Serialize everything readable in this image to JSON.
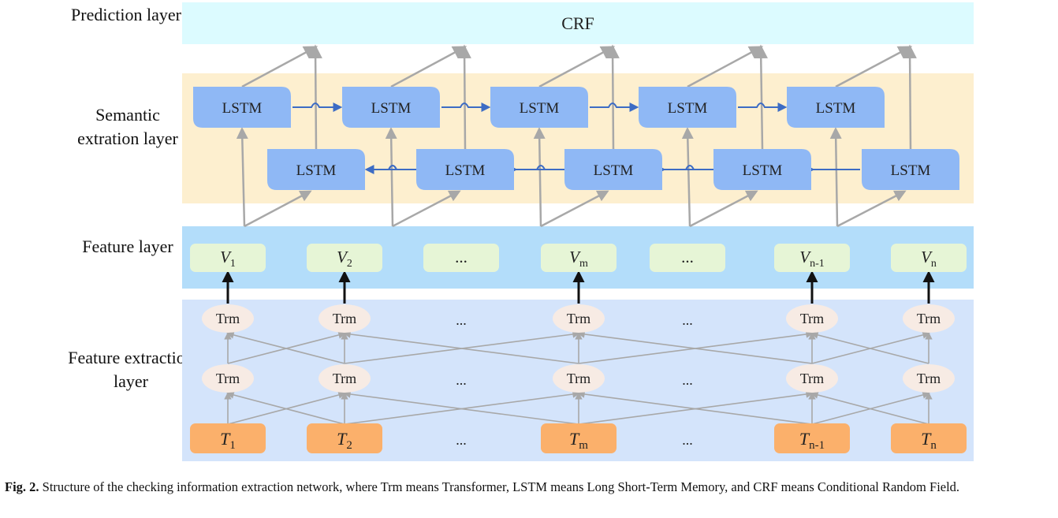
{
  "layers": {
    "prediction": "Prediction layer",
    "semantic": "Semantic extration layer",
    "feature": "Feature layer",
    "feature_extraction": "Feature extraction layer"
  },
  "crf_label": "CRF",
  "lstm_label": "LSTM",
  "trm_label": "Trm",
  "ellipsis": "...",
  "feature_nodes": [
    {
      "base": "V",
      "sub": "1"
    },
    {
      "base": "V",
      "sub": "2"
    },
    {
      "base": "...",
      "sub": ""
    },
    {
      "base": "V",
      "sub": "m"
    },
    {
      "base": "...",
      "sub": ""
    },
    {
      "base": "V",
      "sub": "n-1"
    },
    {
      "base": "V",
      "sub": "n"
    }
  ],
  "token_nodes": [
    {
      "base": "T",
      "sub": "1"
    },
    {
      "base": "T",
      "sub": "2"
    },
    {
      "base": "...",
      "sub": ""
    },
    {
      "base": "T",
      "sub": "m"
    },
    {
      "base": "...",
      "sub": ""
    },
    {
      "base": "T",
      "sub": "n-1"
    },
    {
      "base": "T",
      "sub": "n"
    }
  ],
  "caption": {
    "label": "Fig. 2.",
    "text": "Structure of the checking information extraction network, where Trm means Transformer, LSTM means Long Short-Term Memory, and CRF means Conditional Random Field."
  },
  "colors": {
    "crf_bg": "#dcfbff",
    "semantic_bg": "#fdefcf",
    "feature_bg": "#b3ddfa",
    "extraction_bg": "#d4e4fb",
    "lstm_fill": "#8fb8f5",
    "feature_node": "#e6f5d6",
    "trm_node": "#f7ebe4",
    "token_node": "#fbb06b",
    "arrow_gray": "#a8a8a8",
    "arrow_blue": "#3d6cc4"
  }
}
